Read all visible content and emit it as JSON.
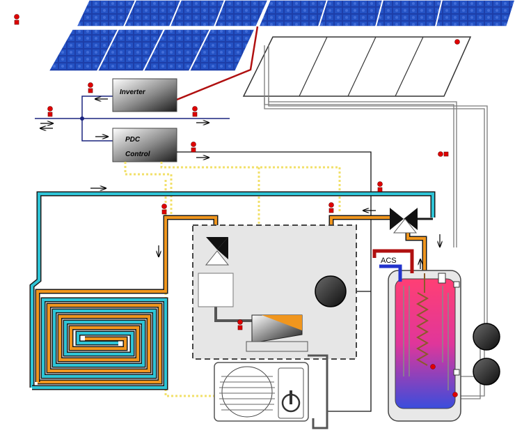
{
  "labels": {
    "inverter": "Inverter",
    "pdc_line1": "PDC",
    "pdc_line2": "Control",
    "acs": "ACS"
  },
  "colors": {
    "pv_blue": "#1a3fb0",
    "floor_cyan": "#2ec4d6",
    "heat_orange": "#f0961e",
    "signal_yellow": "#f2e06a",
    "ac_red": "#b01010",
    "bus_blue": "#1a237e",
    "tank_hot": "#ff2f6b",
    "tank_cold": "#3b4ad8"
  },
  "icons": [
    "temperature-sensor-icon",
    "three-way-valve-icon",
    "circulation-pump-icon",
    "solar-pv-panel-icon",
    "solar-thermal-collector-icon",
    "heat-pump-outdoor-unit-icon"
  ]
}
